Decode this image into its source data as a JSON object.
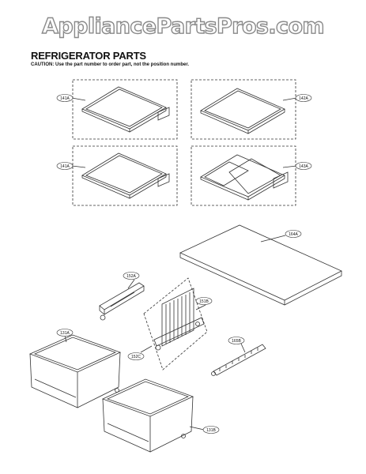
{
  "watermark": "AppliancePartsPros.com",
  "title": "REFRIGERATOR PARTS",
  "caution": "CAUTION: Use the part number to order part, not the position number.",
  "callouts": [
    "141A",
    "142A",
    "141A",
    "143A",
    "164A",
    "152A",
    "151B",
    "152C",
    "165B",
    "131A",
    "131B"
  ],
  "colors": {
    "line": "#333333",
    "watermark_outline": "#8a8a8a"
  }
}
